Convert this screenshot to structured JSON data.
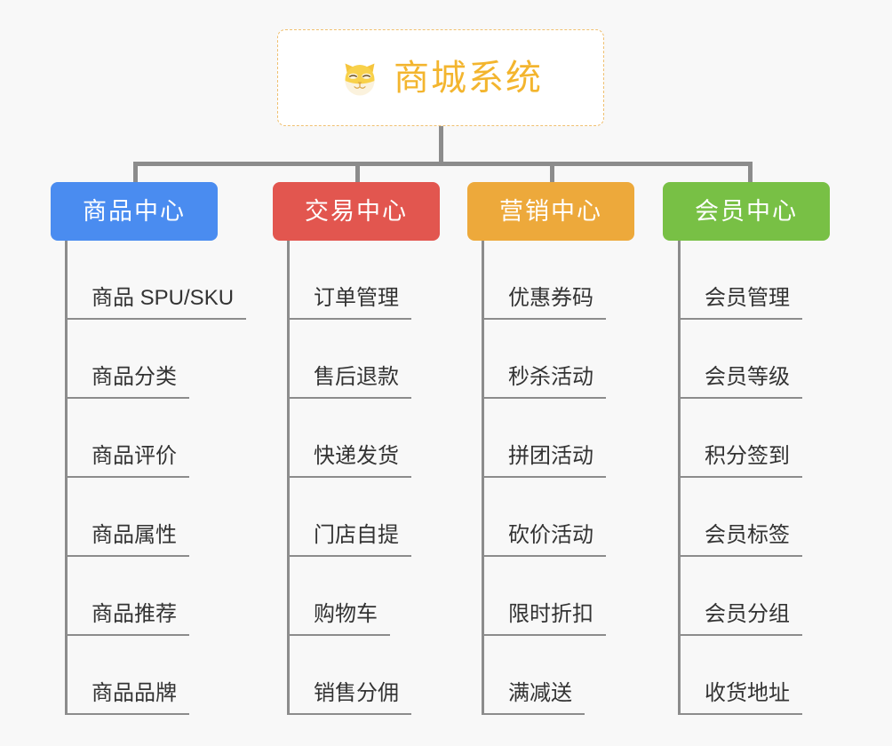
{
  "diagram": {
    "type": "org-chart",
    "background_color": "#f8f8f8",
    "connector_color": "#8c8c8c"
  },
  "root": {
    "label": "商城系统",
    "icon": "shiba-dog-face-icon",
    "text_color": "#f3b52e",
    "border_color": "#f0c070",
    "background_color": "#ffffff",
    "border_style": "dashed"
  },
  "categories": [
    {
      "label": "商品中心",
      "color": "#4a8cf0",
      "items": [
        "商品 SPU/SKU",
        "商品分类",
        "商品评价",
        "商品属性",
        "商品推荐",
        "商品品牌"
      ]
    },
    {
      "label": "交易中心",
      "color": "#e2564f",
      "items": [
        "订单管理",
        "售后退款",
        "快递发货",
        "门店自提",
        "购物车",
        "销售分佣"
      ]
    },
    {
      "label": "营销中心",
      "color": "#eda93b",
      "items": [
        "优惠券码",
        "秒杀活动",
        "拼团活动",
        "砍价活动",
        "限时折扣",
        "满减送"
      ]
    },
    {
      "label": "会员中心",
      "color": "#78c045",
      "items": [
        "会员管理",
        "会员等级",
        "积分签到",
        "会员标签",
        "会员分组",
        "收货地址"
      ]
    }
  ]
}
